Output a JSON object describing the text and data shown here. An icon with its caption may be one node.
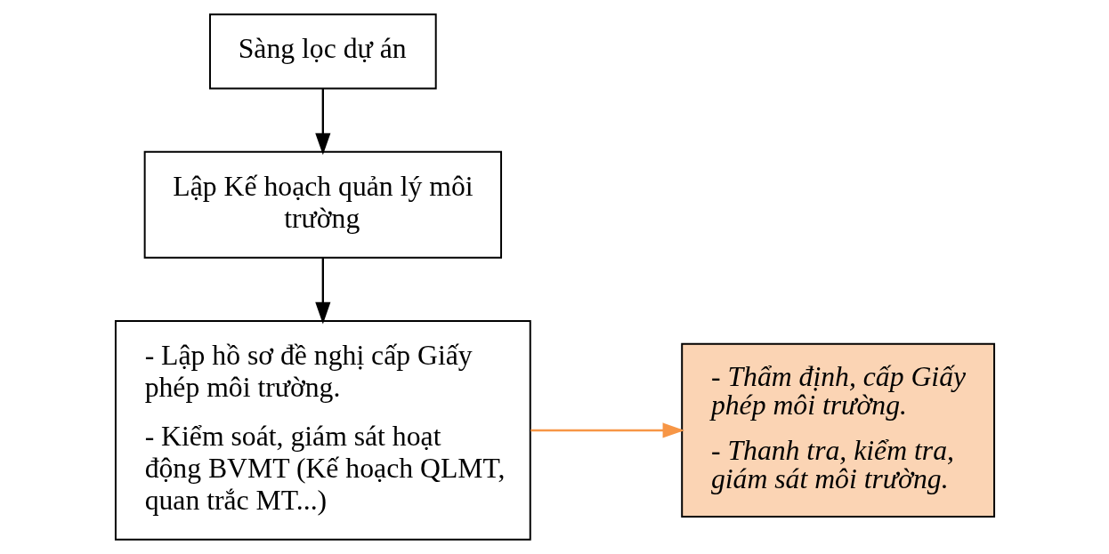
{
  "diagram": {
    "nodes": [
      {
        "text": [
          "Sàng lọc dự án"
        ]
      },
      {
        "text": [
          "Lập Kế hoạch quản lý môi trường"
        ]
      },
      {
        "text": [
          "- Lập hồ sơ đề nghị cấp Giấy phép môi trường.",
          "- Kiểm soát, giám sát hoạt động BVMT (Kế hoạch QLMT, quan trắc MT...)"
        ]
      },
      {
        "text": [
          "- Thẩm định, cấp Giấy phép môi trường.",
          "- Thanh tra, kiểm tra, giám sát môi trường."
        ]
      }
    ],
    "edges": [
      {
        "from": 0,
        "to": 1,
        "arrow": "to"
      },
      {
        "from": 1,
        "to": 2,
        "arrow": "to"
      },
      {
        "from": 2,
        "to": 3,
        "arrow": "to",
        "color": "#f79646"
      }
    ]
  }
}
